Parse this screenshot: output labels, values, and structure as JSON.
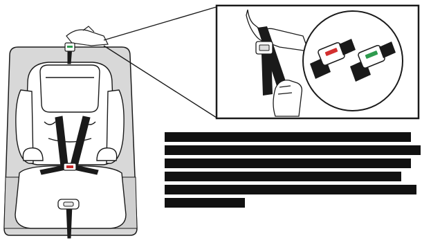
{
  "figure": {
    "panel_image": "car-seat-harness-adjustment",
    "detail_image": "harness-strap-tightening",
    "buckle_indicators": [
      {
        "name": "buckle-red-indicator",
        "color": "#d32f2f"
      },
      {
        "name": "buckle-green-indicator",
        "color": "#2e9b4e"
      }
    ]
  },
  "text_block": {
    "state": "redacted",
    "lines": 6
  },
  "colors": {
    "seat_bg": "#d8d8d8",
    "line": "#1a1a1a",
    "fill": "#ffffff",
    "redaction": "#111111"
  }
}
